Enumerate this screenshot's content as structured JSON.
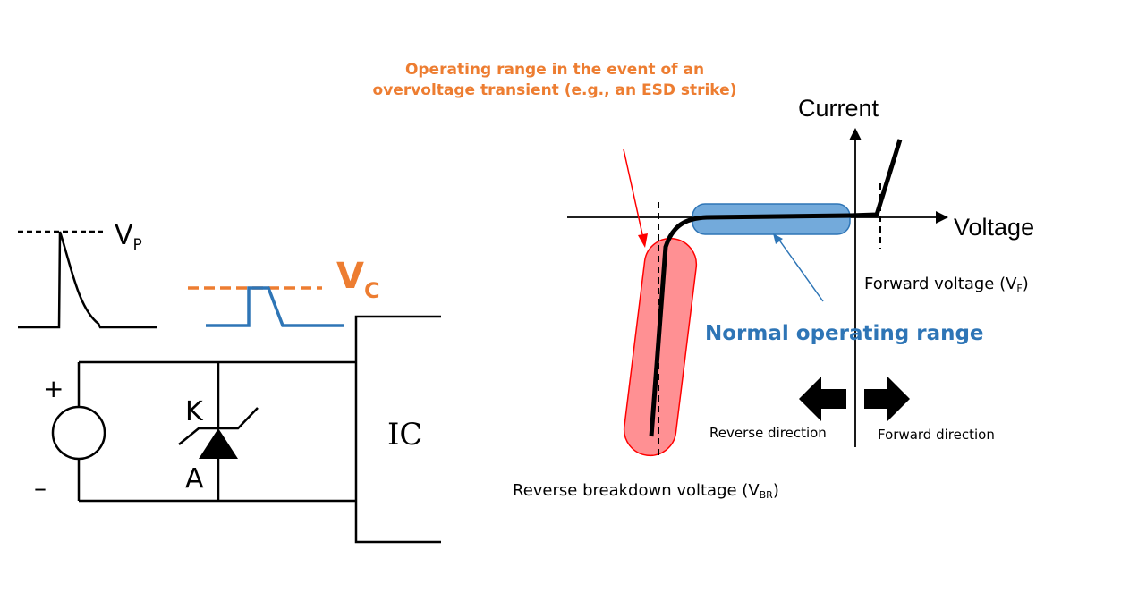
{
  "circuit": {
    "vp_label": "V",
    "vp_sub": "P",
    "vc_label": "V",
    "vc_sub": "C",
    "plus_sign": "+",
    "minus_sign": "–",
    "cathode_label": "K",
    "anode_label": "A",
    "ic_label": "IC"
  },
  "iv_curve": {
    "note_line1": "Operating range in the event of an",
    "note_line2": "overvoltage transient (e.g., an ESD strike)",
    "current_axis_label": "Current",
    "voltage_axis_label": "Voltage",
    "forward_voltage_label": "Forward voltage (V",
    "forward_voltage_sub": "F",
    "forward_voltage_close": ")",
    "normal_range_label": "Normal operating range",
    "reverse_direction_label": "Reverse  direction",
    "forward_direction_label": "Forward  direction",
    "breakdown_label": "Reverse breakdown voltage (V",
    "breakdown_sub": "BR",
    "breakdown_close": ")"
  },
  "colors": {
    "orange": "#ED7D31",
    "blue": "#2E75B6",
    "blue_fill": "#5B9BD5",
    "red": "#FF0000",
    "red_fill": "#FF7C80",
    "black": "#000000"
  }
}
